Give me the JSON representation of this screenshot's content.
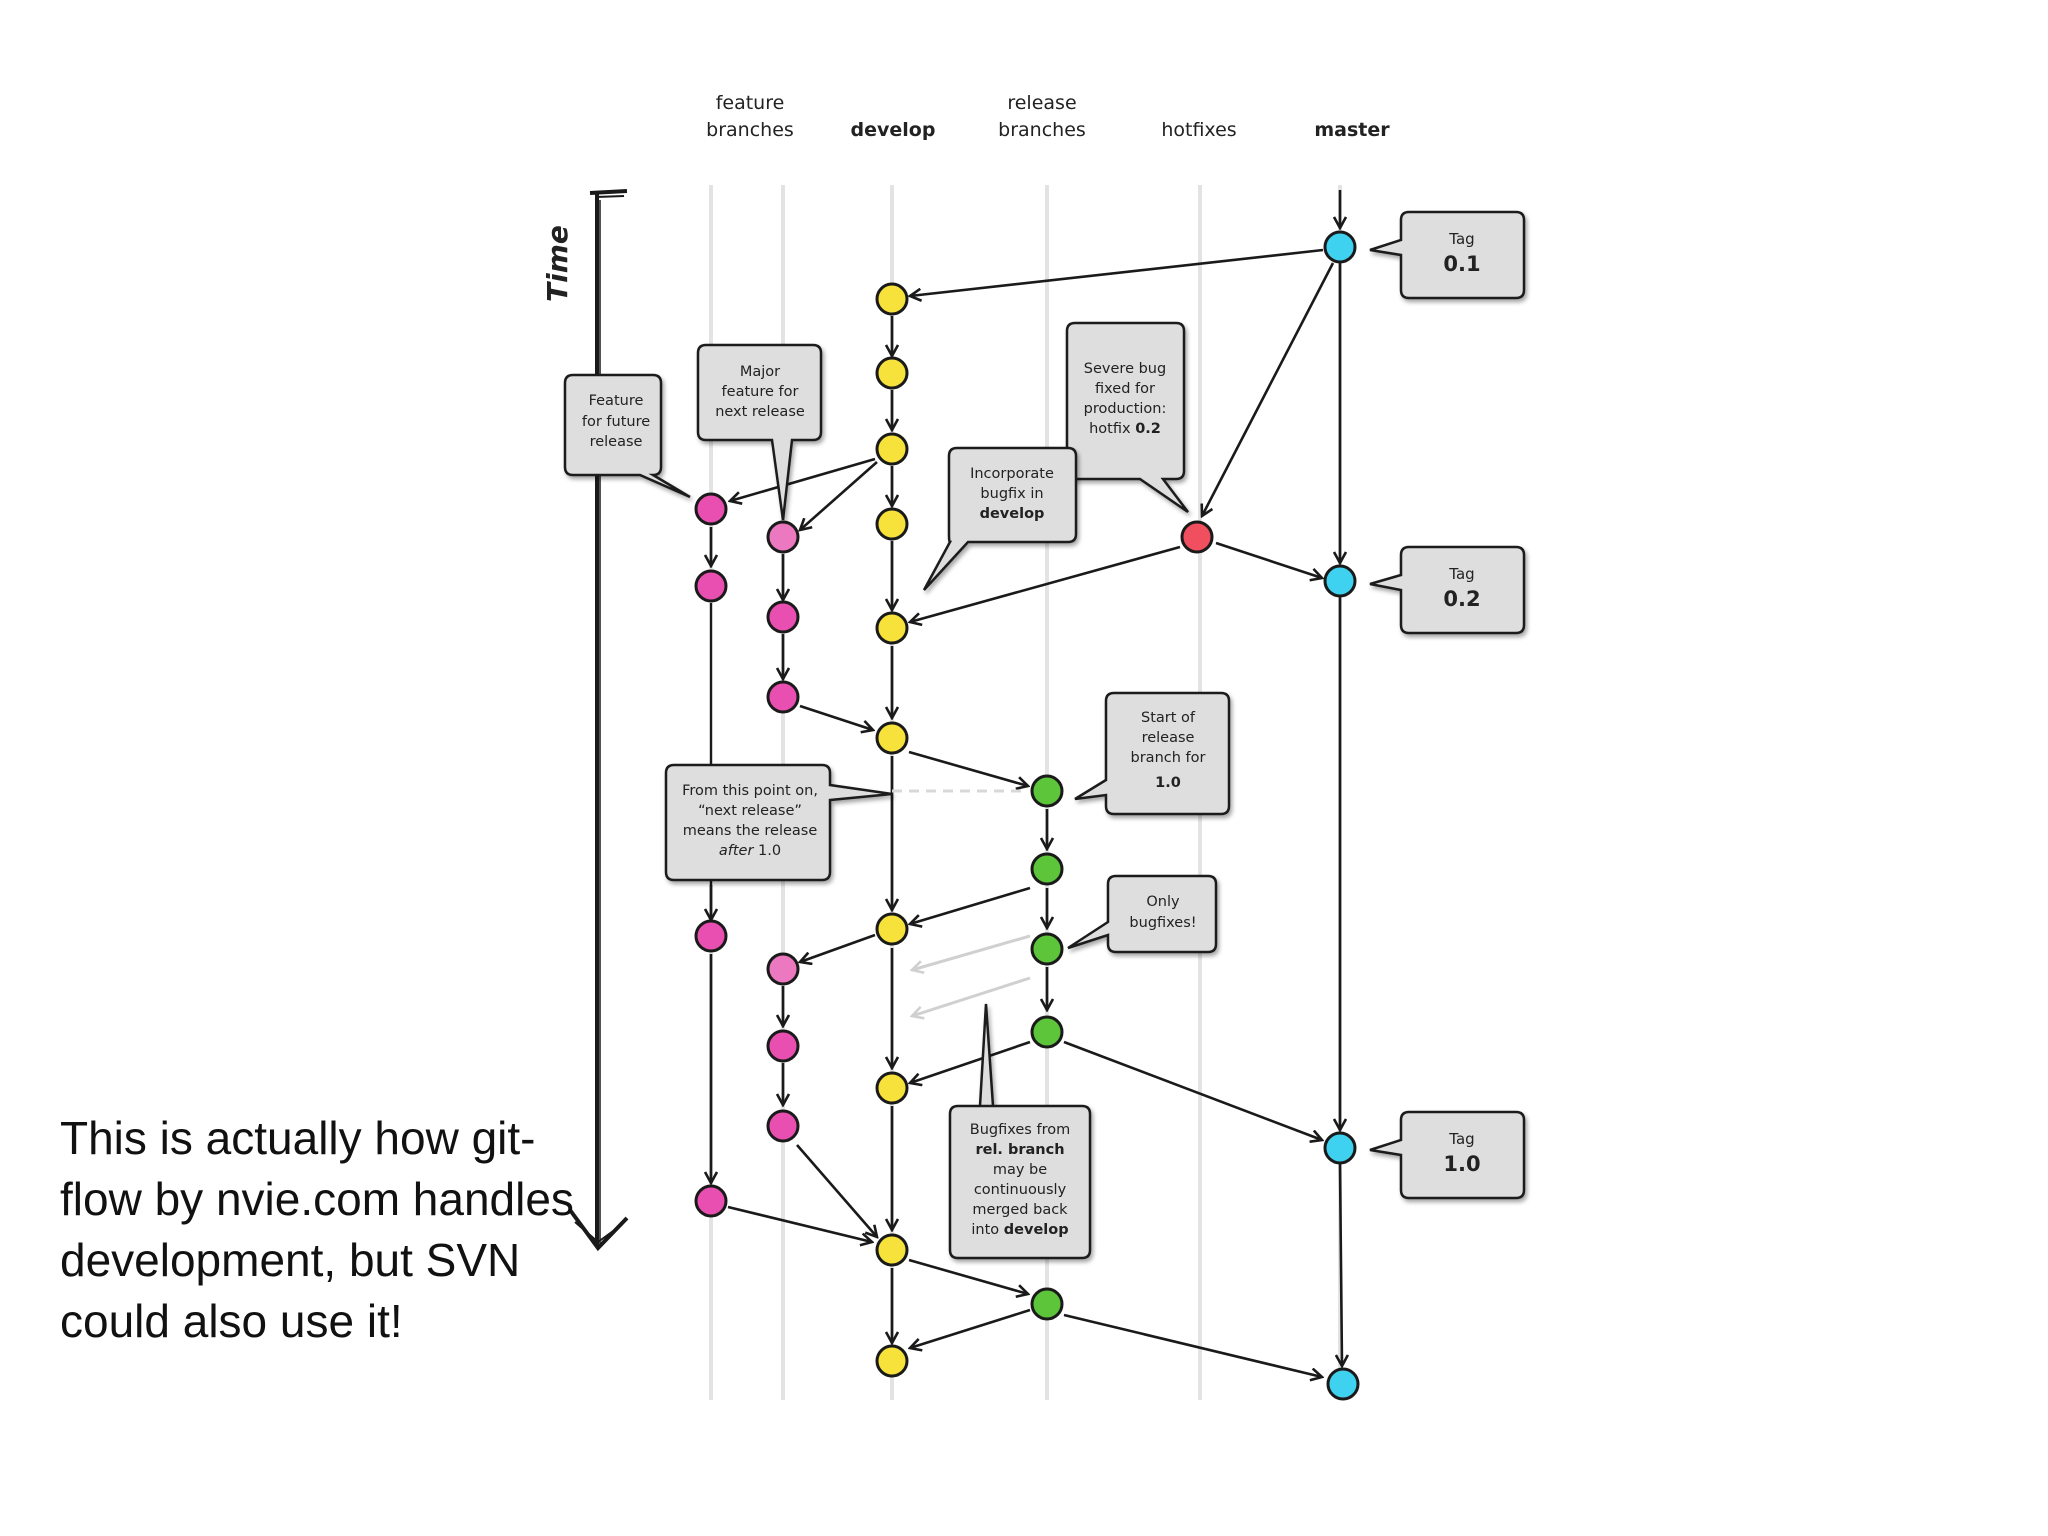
{
  "columns": {
    "feature": [
      "feature",
      "branches"
    ],
    "develop": "develop",
    "release": [
      "release",
      "branches"
    ],
    "hotfixes": "hotfixes",
    "master": "master"
  },
  "time_label": "Time",
  "tags": [
    {
      "small": "Tag",
      "big": "0.1"
    },
    {
      "small": "Tag",
      "big": "0.2"
    },
    {
      "small": "Tag",
      "big": "1.0"
    }
  ],
  "callouts": {
    "feature_future": [
      "Feature",
      "for future",
      "release"
    ],
    "major_feature": [
      "Major",
      "feature for",
      "next release"
    ],
    "severe_bug": [
      "Severe bug",
      "fixed for",
      "production:",
      "hotfix ",
      "0.2"
    ],
    "incorporate": [
      "Incorporate",
      "bugfix in",
      "develop"
    ],
    "start_release": [
      "Start of",
      "release",
      "branch for",
      "1.0"
    ],
    "from_this_point": [
      "From this point on,",
      "“next release”",
      "means the release",
      "after",
      " 1.0"
    ],
    "only_bugfixes": [
      "Only",
      "bugfixes!"
    ],
    "bugfixes_from": [
      "Bugfixes from",
      "rel. branch",
      "may be",
      "continuously",
      "merged back",
      "into ",
      "develop"
    ]
  },
  "caption": "This is actually how git-flow by nvie.com handles development, but SVN could also use it!",
  "colors": {
    "feature": "#e94fb0",
    "develop": "#f6e23a",
    "release": "#5cc53a",
    "hotfix": "#ef4f5e",
    "master": "#3fd2f0",
    "lane": "#e3e3e3",
    "stroke": "#1a1a1a",
    "callout_fill": "#dedede"
  }
}
